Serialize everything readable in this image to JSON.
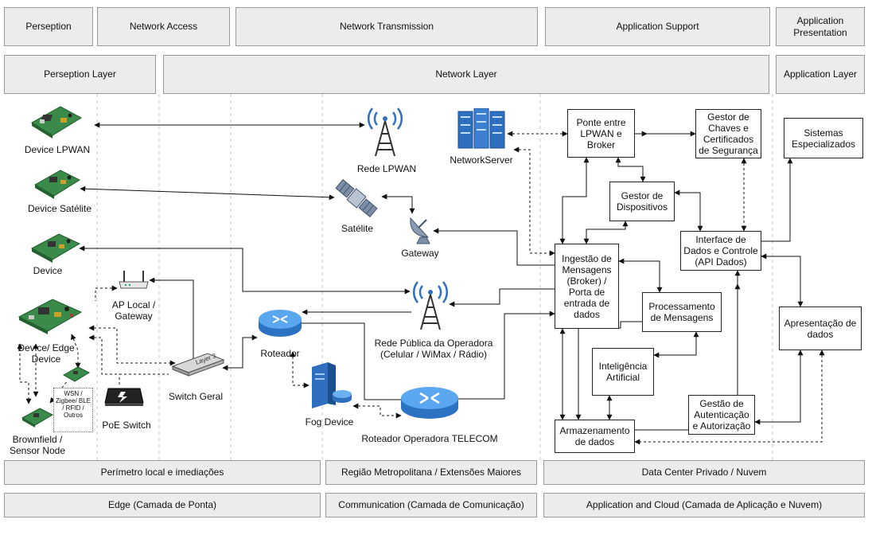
{
  "top_headers": {
    "perception": "Perseption",
    "network_access": "Network Access",
    "network_transmission": "Network Transmission",
    "application_support": "Application Support",
    "application_presentation": "Application Presentation"
  },
  "layers": {
    "perception_layer": "Perseption Layer",
    "network_layer": "Network Layer",
    "application_layer": "Application Layer"
  },
  "devices": {
    "lpwan": "Device LPWAN",
    "satellite": "Device  Satélite",
    "device": "Device",
    "edge": "Device/ Edge Device",
    "brownfield": "Brownfield / Sensor Node",
    "wsn": "WSN / Zigbee/ BLE / RFID / Outros"
  },
  "network": {
    "ap_local": "AP Local / Gateway",
    "poe_switch": "PoE Switch",
    "switch_geral": "Switch Geral",
    "switch_icon_text": "Layer 3",
    "roteador": "Roteador",
    "fog_device": "Fog Device",
    "rede_lpwan": "Rede LPWAN",
    "satelite": "Satélite",
    "gateway": "Gateway",
    "rede_publica": "Rede Pública da Operadora (Celular / WiMax / Rádio)",
    "roteador_operadora": "Roteador Operadora TELECOM",
    "network_server": "NetworkServer"
  },
  "app": {
    "ponte": "Ponte entre LPWAN e Broker",
    "gestor_chaves": "Gestor de Chaves e Certificados de Segurança",
    "gestor_dispositivos": "Gestor de Dispositivos",
    "ingestao": "Ingestão de Mensagens (Broker) / Porta de entrada de dados",
    "interface": "Interface de Dados e Controle (API Dados)",
    "processamento": "Processamento de Mensagens",
    "inteligencia": "Inteligência Artificial",
    "armazenamento": "Armazenamento de dados",
    "gestao_auth": "Gestão de Autenticação e Autorização",
    "sistemas": "Sistemas Especializados",
    "apresentacao": "Apresentação de dados"
  },
  "bottom": {
    "perimetro": "Perímetro local e imediações",
    "regiao": "Região Metropolitana / Extensões Maiores",
    "datacenter": "Data Center Privado / Nuvem",
    "edge": "Edge (Camada de Ponta)",
    "communication": "Communication (Camada de Comunicação)",
    "application_cloud": "Application and Cloud (Camada de Aplicação e Nuvem)"
  },
  "colors": {
    "header_fill": "#ececec",
    "board_green": "#3a8a4a",
    "server_blue": "#2e6fbf",
    "router_blue": "#3d8fe0"
  }
}
